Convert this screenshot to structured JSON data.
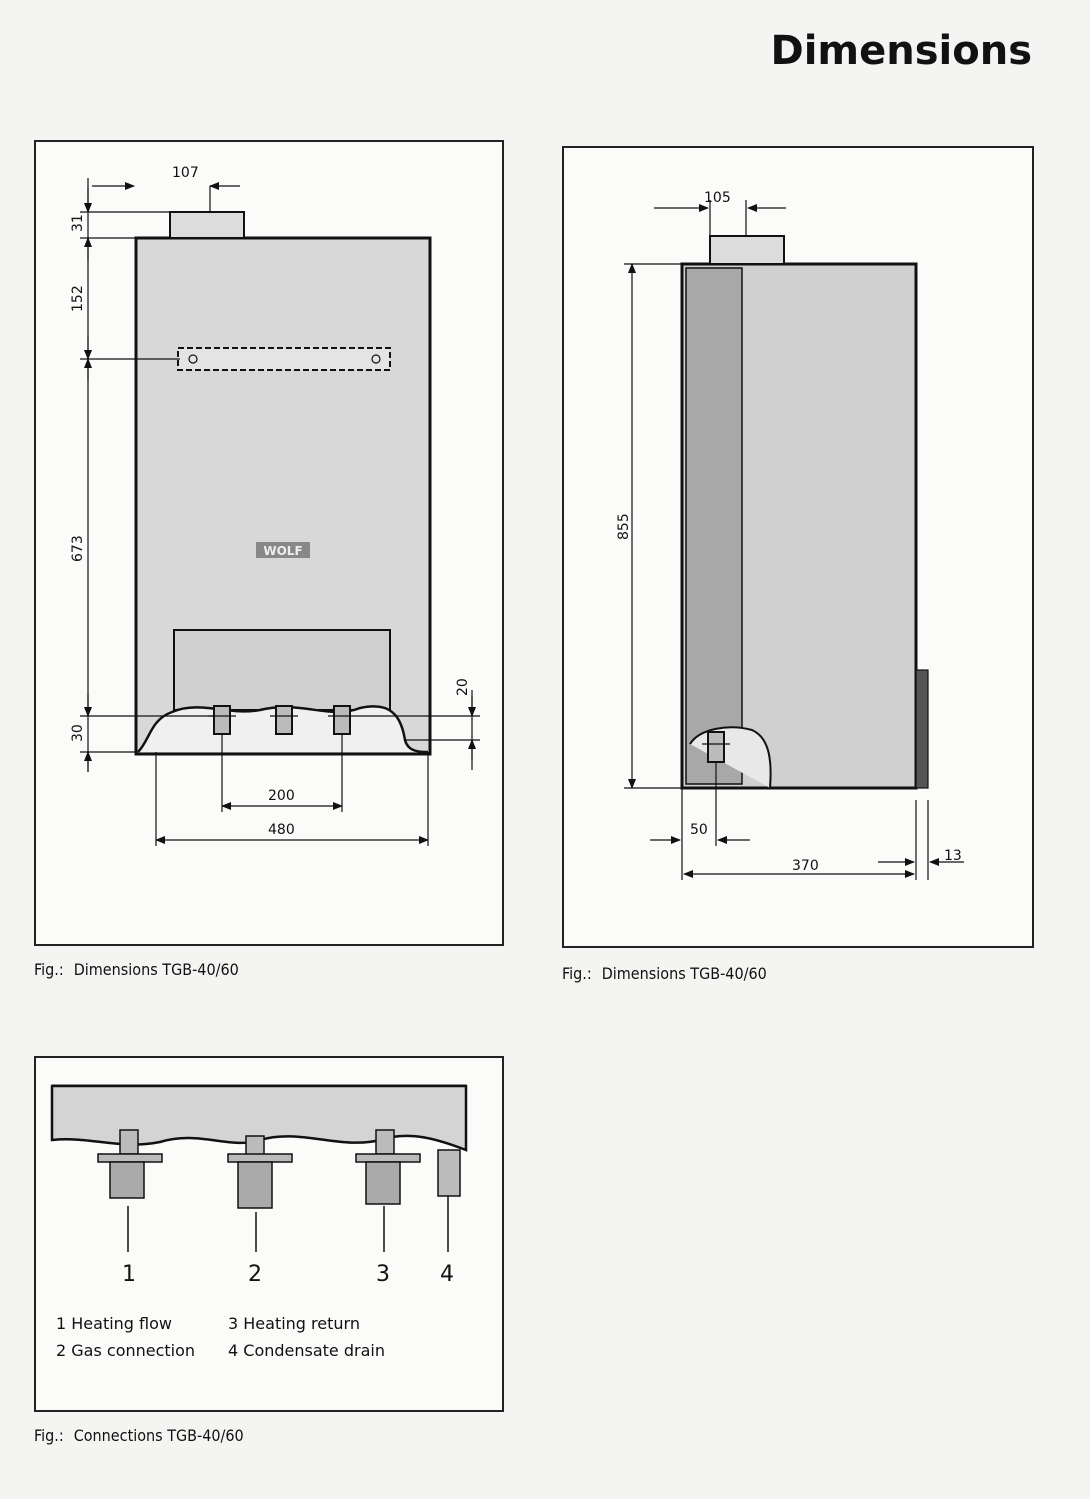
{
  "page": {
    "title": "Dimensions"
  },
  "figure_front": {
    "caption_prefix": "Fig.:",
    "caption_text": "Dimensions TGB-40/60",
    "logo_text": "WOLF",
    "dims": {
      "flue_offset": "107",
      "flue_height": "31",
      "top_to_bracket": "152",
      "bracket_to_base": "673",
      "base_height": "30",
      "connection_offset": "20",
      "connection_spacing": "200",
      "width": "480"
    }
  },
  "figure_side": {
    "caption_prefix": "Fig.:",
    "caption_text": "Dimensions TGB-40/60",
    "dims": {
      "flue_offset": "105",
      "height": "855",
      "connection_offset": "50",
      "depth": "370",
      "bracket_depth": "13"
    }
  },
  "figure_connections": {
    "caption_prefix": "Fig.:",
    "caption_text": "Connections TGB-40/60",
    "numbers": [
      "1",
      "2",
      "3",
      "4"
    ],
    "legend": [
      "1 Heating flow",
      "2 Gas connection",
      "3 Heating return",
      "4 Condensate drain"
    ]
  }
}
